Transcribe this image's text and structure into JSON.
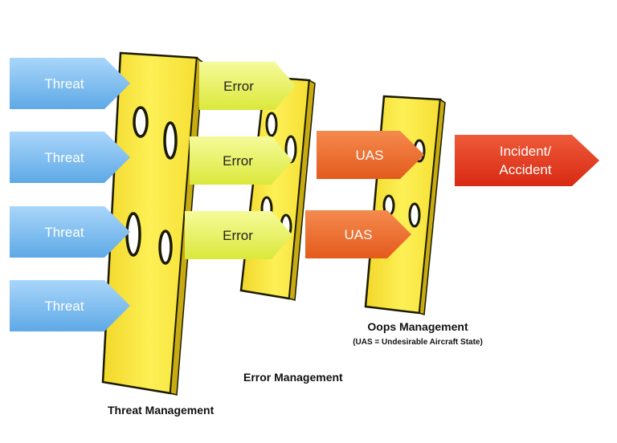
{
  "colors": {
    "threat": "#7fbef0",
    "threat_text": "#ffffff",
    "error": "#ecf55a",
    "error_text": "#222222",
    "uas": "#ef6a2e",
    "uas_text": "#ffffff",
    "incident": "#e3391f",
    "incident_text": "#ffffff",
    "cheese": "#fbe843",
    "cheese_outline": "#1a1a00"
  },
  "threats": [
    "Threat",
    "Threat",
    "Threat",
    "Threat"
  ],
  "errors": [
    "Error",
    "Error",
    "Error"
  ],
  "uas": [
    "UAS",
    "UAS"
  ],
  "incident": {
    "line1": "Incident/",
    "line2": "Accident"
  },
  "layers": {
    "threat_management": "Threat Management",
    "error_management": "Error Management",
    "oops_management": "Oops Management",
    "oops_note": "(UAS = Undesirable Aircraft State)"
  }
}
